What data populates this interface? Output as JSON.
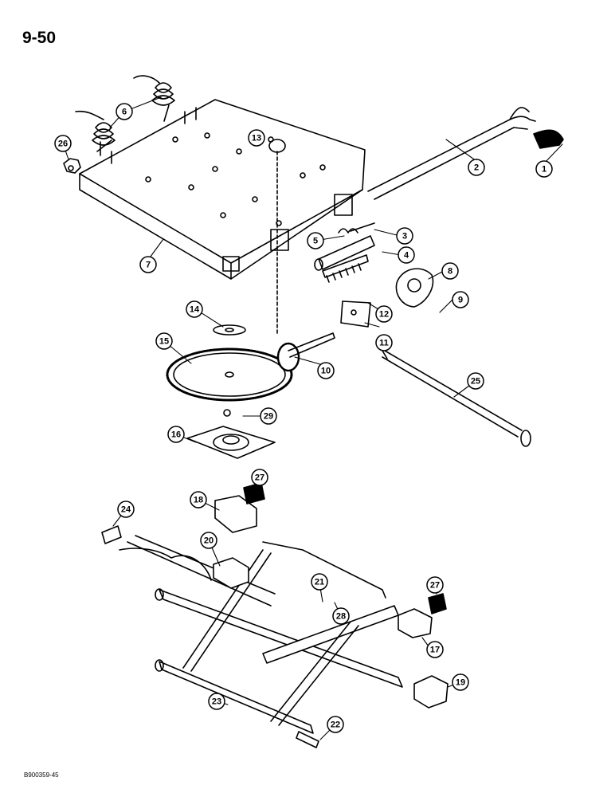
{
  "page_number": "9-50",
  "reference_code": "B900359-45",
  "callouts": [
    "1",
    "2",
    "3",
    "4",
    "5",
    "6",
    "7",
    "8",
    "9",
    "10",
    "11",
    "12",
    "13",
    "14",
    "15",
    "16",
    "17",
    "18",
    "19",
    "20",
    "21",
    "22",
    "23",
    "24",
    "25",
    "26",
    "27",
    "28",
    "29"
  ],
  "colors": {
    "ink": "#000000",
    "paper": "#ffffff"
  }
}
